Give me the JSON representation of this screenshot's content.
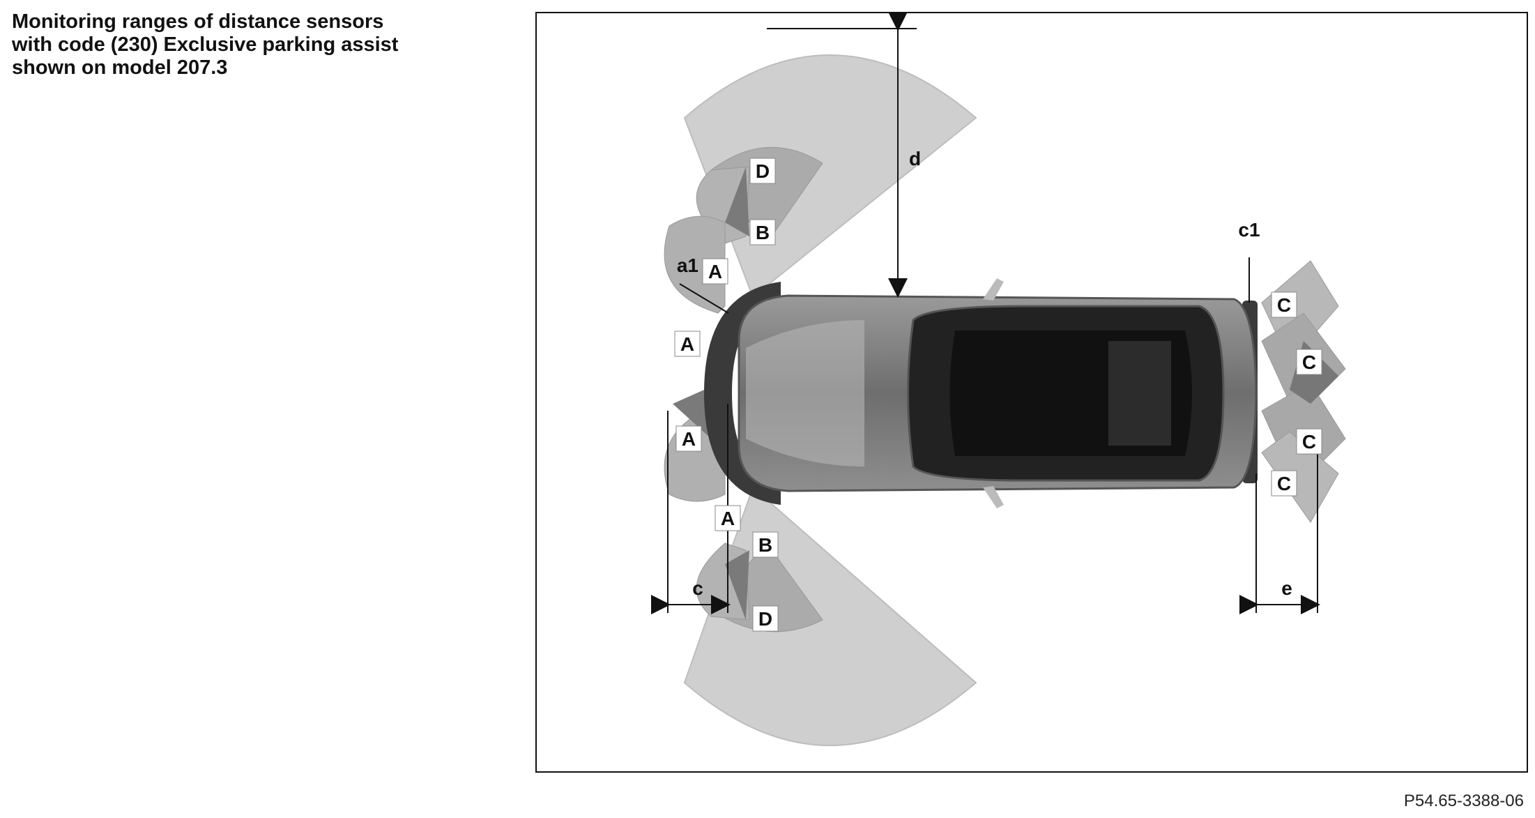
{
  "title_lines": [
    "Monitoring ranges of distance sensors",
    "with code (230) Exclusive parking assist",
    "shown on model 207.3"
  ],
  "diagram": {
    "zone_labels": {
      "a": "A",
      "b": "B",
      "c": "C",
      "d": "D"
    },
    "sensor_labels": {
      "a1": "a1",
      "c1": "c1"
    },
    "dimension_labels": {
      "c": "c",
      "d": "d",
      "e": "e"
    }
  },
  "figure_ref": "P54.65-3388-06",
  "colors": {
    "zone_light": "#c8c8c8",
    "zone_medium": "#aaaaaa",
    "zone_dark": "#707070",
    "sensor_band": "#3a3a3a",
    "car_body": "#8a8a8a"
  }
}
